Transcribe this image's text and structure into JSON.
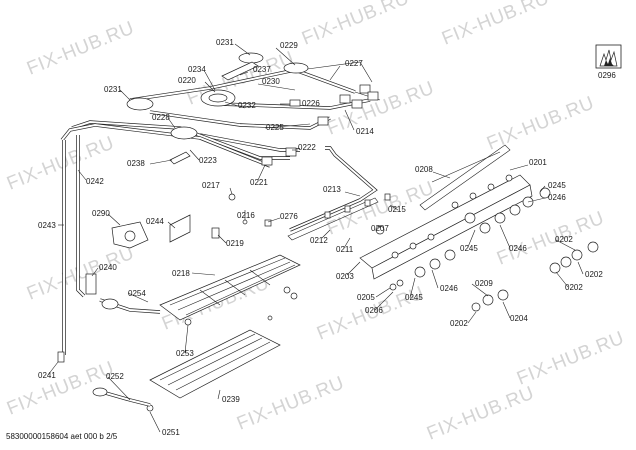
{
  "watermark": "FIX-HUB.RU",
  "footer": "58300000158604 aet 000 b 2/5",
  "logo_label": "0296",
  "parts": {
    "p0231a": "0231",
    "p0229": "0229",
    "p0227": "0227",
    "p0234": "0234",
    "p0237": "0237",
    "p0220": "0220",
    "p0230": "0230",
    "p0231b": "0231",
    "p0232": "0232",
    "p0226": "0226",
    "p0228": "0228",
    "p0225": "0225",
    "p0214": "0214",
    "p0222": "0222",
    "p0238": "0238",
    "p0223": "0223",
    "p0221": "0221",
    "p0242": "0242",
    "p0217": "0217",
    "p0216": "0216",
    "p0213": "0213",
    "p0208": "0208",
    "p0201": "0201",
    "p0245a": "0245",
    "p0246a": "0246",
    "p0243": "0243",
    "p0290": "0290",
    "p0244": "0244",
    "p0276": "0276",
    "p0215": "0215",
    "p0207": "0207",
    "p0219": "0219",
    "p0212": "0212",
    "p0211": "0211",
    "p0245b": "0245",
    "p0246b": "0246",
    "p0202a": "0202",
    "p0240": "0240",
    "p0218": "0218",
    "p0203": "0203",
    "p0202b": "0202",
    "p0209": "0209",
    "p0202c": "0202",
    "p0254": "0254",
    "p0246c": "0246",
    "p0205": "0205",
    "p0245c": "0245",
    "p0206": "0206",
    "p0202d": "0202",
    "p0204": "0204",
    "p0253": "0253",
    "p0241": "0241",
    "p0252": "0252",
    "p0239": "0239",
    "p0251": "0251"
  }
}
